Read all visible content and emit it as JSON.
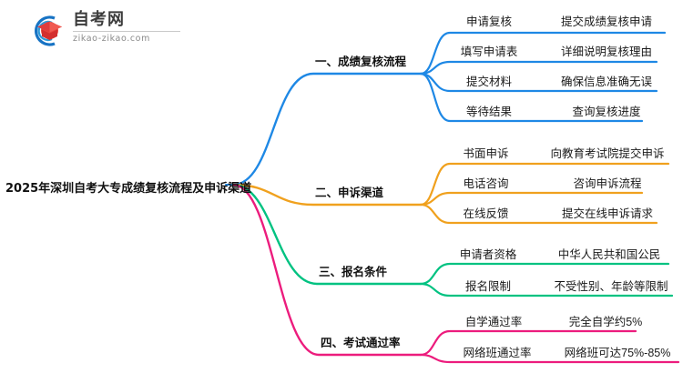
{
  "logo": {
    "name_cn": "自考网",
    "url": "zikao-zikao.com",
    "mark_icon": "graduation-cap-logo-icon",
    "arc_color": "#1773c4",
    "cap_color": "#e03c3c"
  },
  "mindmap": {
    "root": {
      "title": "2025年深圳自考大专成绩复核流程及申诉渠道"
    },
    "branches": [
      {
        "title": "一、成绩复核流程",
        "color": "#1E88E5",
        "items": [
          {
            "key": "申请复核",
            "value": "提交成绩复核申请"
          },
          {
            "key": "填写申请表",
            "value": "详细说明复核理由"
          },
          {
            "key": "提交材料",
            "value": "确保信息准确无误"
          },
          {
            "key": "等待结果",
            "value": "查询复核进度"
          }
        ]
      },
      {
        "title": "二、申诉渠道",
        "color": "#F0A11E",
        "items": [
          {
            "key": "书面申诉",
            "value": "向教育考试院提交申诉"
          },
          {
            "key": "电话咨询",
            "value": "咨询申诉流程"
          },
          {
            "key": "在线反馈",
            "value": "提交在线申诉请求"
          }
        ]
      },
      {
        "title": "三、报名条件",
        "color": "#00C281",
        "items": [
          {
            "key": "申请者资格",
            "value": "中华人民共和国公民"
          },
          {
            "key": "报名限制",
            "value": "不受性别、年龄等限制"
          }
        ]
      },
      {
        "title": "四、考试通过率",
        "color": "#EC1C7D",
        "items": [
          {
            "key": "自学通过率",
            "value": "完全自学约5%"
          },
          {
            "key": "网络班通过率",
            "value": "网络班可达75%-85%"
          }
        ]
      }
    ]
  }
}
